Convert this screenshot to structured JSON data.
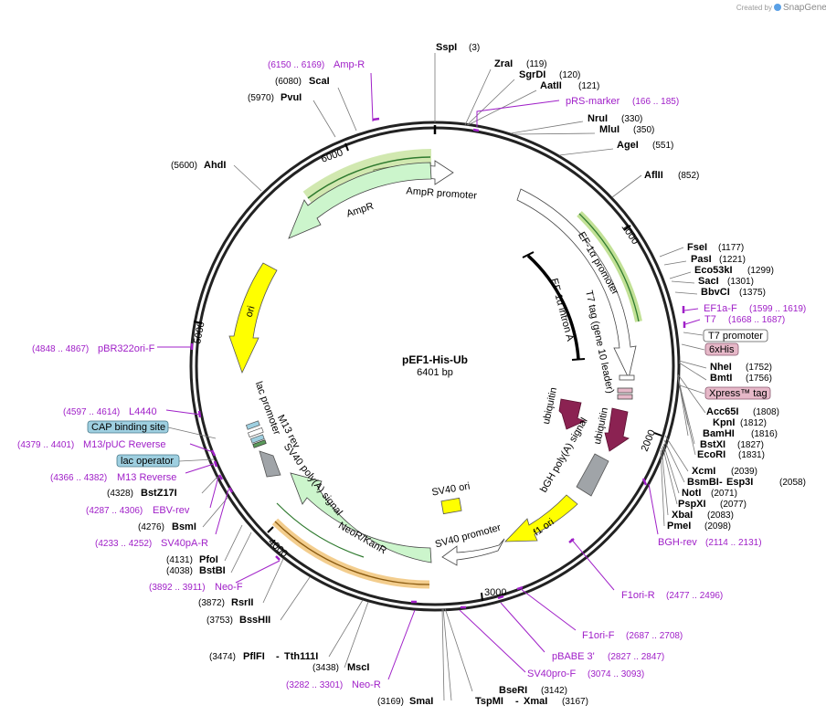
{
  "credit": {
    "created_by": "Created by",
    "brand": "SnapGene"
  },
  "plasmid": {
    "name": "pEF1-His-Ub",
    "size": "6401 bp"
  },
  "ticks": [
    "1000",
    "2000",
    "3000",
    "4000",
    "5000",
    "6000"
  ],
  "enzymes": [
    {
      "name": "SspI",
      "pos": "(3)"
    },
    {
      "name": "ZraI",
      "pos": "(119)"
    },
    {
      "name": "SgrDI",
      "pos": "(120)"
    },
    {
      "name": "AatII",
      "pos": "(121)"
    },
    {
      "name": "NruI",
      "pos": "(330)"
    },
    {
      "name": "MluI",
      "pos": "(350)"
    },
    {
      "name": "AgeI",
      "pos": "(551)"
    },
    {
      "name": "AflII",
      "pos": "(852)"
    },
    {
      "name": "FseI",
      "pos": "(1177)"
    },
    {
      "name": "PasI",
      "pos": "(1221)"
    },
    {
      "name": "Eco53kI",
      "pos": "(1299)"
    },
    {
      "name": "SacI",
      "pos": "(1301)"
    },
    {
      "name": "BbvCI",
      "pos": "(1375)"
    },
    {
      "name": "NheI",
      "pos": "(1752)"
    },
    {
      "name": "BmtI",
      "pos": "(1756)"
    },
    {
      "name": "Acc65I",
      "pos": "(1808)"
    },
    {
      "name": "KpnI",
      "pos": "(1812)"
    },
    {
      "name": "BamHI",
      "pos": "(1816)"
    },
    {
      "name": "BstXI",
      "pos": "(1827)"
    },
    {
      "name": "EcoRI",
      "pos": "(1831)"
    },
    {
      "name": "XcmI",
      "pos": "(2039)"
    },
    {
      "name": "BsmBI",
      "name2": "Esp3I",
      "pos": "(2058)"
    },
    {
      "name": "NotI",
      "pos": "(2071)"
    },
    {
      "name": "PspXI",
      "pos": "(2077)"
    },
    {
      "name": "XbaI",
      "pos": "(2083)"
    },
    {
      "name": "PmeI",
      "pos": "(2098)"
    },
    {
      "name": "BseRI",
      "pos": "(3142)"
    },
    {
      "name": "TspMI",
      "name2": "XmaI",
      "pos": "(3167)"
    },
    {
      "name": "SmaI",
      "pos": "(3169)"
    },
    {
      "name": "MscI",
      "pos": "(3438)"
    },
    {
      "name": "PflFI",
      "name2": "Tth111I",
      "pos": "(3474)"
    },
    {
      "name": "BssHII",
      "pos": "(3753)"
    },
    {
      "name": "RsrII",
      "pos": "(3872)"
    },
    {
      "name": "BstBI",
      "pos": "(4038)"
    },
    {
      "name": "PfoI",
      "pos": "(4131)"
    },
    {
      "name": "BsmI",
      "pos": "(4276)"
    },
    {
      "name": "BstZ17I",
      "pos": "(4328)"
    },
    {
      "name": "AhdI",
      "pos": "(5600)"
    },
    {
      "name": "PvuI",
      "pos": "(5970)"
    },
    {
      "name": "ScaI",
      "pos": "(6080)"
    }
  ],
  "primers": [
    {
      "name": "Amp-R",
      "pos": "(6150 .. 6169)"
    },
    {
      "name": "pRS-marker",
      "pos": "(166 .. 185)"
    },
    {
      "name": "EF1a-F",
      "pos": "(1599 .. 1619)"
    },
    {
      "name": "T7",
      "pos": "(1668 .. 1687)"
    },
    {
      "name": "BGH-rev",
      "pos": "(2114 .. 2131)"
    },
    {
      "name": "F1ori-R",
      "pos": "(2477 .. 2496)"
    },
    {
      "name": "F1ori-F",
      "pos": "(2687 .. 2708)"
    },
    {
      "name": "pBABE 3'",
      "pos": "(2827 .. 2847)"
    },
    {
      "name": "SV40pro-F",
      "pos": "(3074 .. 3093)"
    },
    {
      "name": "Neo-R",
      "pos": "(3282 .. 3301)"
    },
    {
      "name": "Neo-F",
      "pos": "(3892 .. 3911)"
    },
    {
      "name": "SV40pA-R",
      "pos": "(4233 .. 4252)"
    },
    {
      "name": "EBV-rev",
      "pos": "(4287 .. 4306)"
    },
    {
      "name": "M13 Reverse",
      "pos": "(4366 .. 4382)"
    },
    {
      "name": "M13/pUC Reverse",
      "pos": "(4379 .. 4401)"
    },
    {
      "name": "L4440",
      "pos": "(4597 .. 4614)"
    },
    {
      "name": "pBR322ori-F",
      "pos": "(4848 .. 4867)"
    }
  ],
  "boxed_labels": {
    "t7_promoter": "T7 promoter",
    "sixhis": "6xHis",
    "xpress_tag": "Xpress™ tag",
    "cap_site": "CAP binding site",
    "lac_operator": "lac operator"
  },
  "features": {
    "ampr_promoter": "AmpR promoter",
    "ampr": "AmpR",
    "ori": "ori",
    "ef1a_promoter": "EF-1α promoter",
    "ef1a_intron": "EF-1α intron A",
    "t7_tag": "T7 tag (gene 10 leader)",
    "ubiquitin": "ubiquitin",
    "bgh": "bGH poly(A) signal",
    "f1ori": "f1 ori",
    "sv40promoter": "SV40 promoter",
    "sv40ori": "SV40 ori",
    "neor": "NeoR/KanR",
    "sv40pa": "SV40 poly(A) signal",
    "m13rev": "M13 rev",
    "lacpromoter": "lac promoter"
  },
  "colors": {
    "primer": "#a020c8",
    "ori": "#ffff00",
    "ampr": "#ccf5cc",
    "ubiquitin": "#8b2252",
    "boxed_blue": "#9ecfe0",
    "boxed_pink": "#e6b8c8",
    "orange_highlight": "#f0c070",
    "green_highlight": "#a8e070"
  }
}
